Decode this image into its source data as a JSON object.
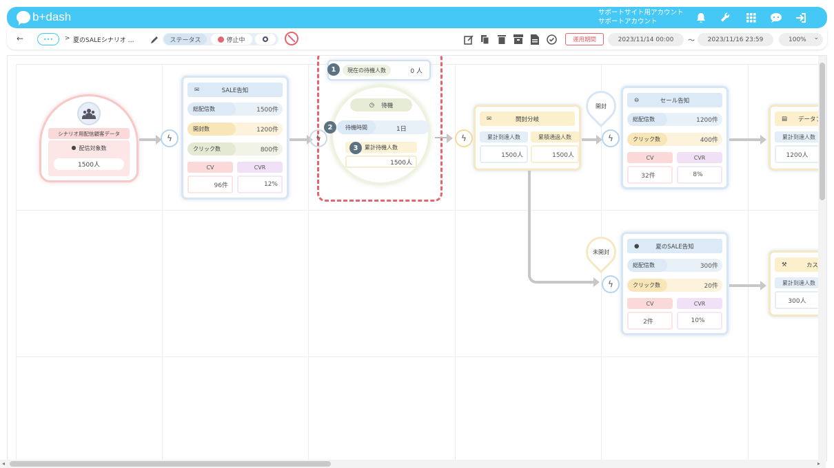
{
  "header": {
    "brand": "b+dash",
    "account_line1": "サポートサイト用アカウント",
    "account_line2": "サポートアカウント",
    "icons": [
      "bell-icon",
      "wrench-icon",
      "grid-icon",
      "chat-icon",
      "logout-icon"
    ]
  },
  "toolbar": {
    "back": "←",
    "more": "•••",
    "breadcrumb_sep": ">",
    "scenario_name": "夏のSALEシナリオ …",
    "status_label": "ステータス",
    "status_value": "停止中",
    "period_label": "運用期間",
    "period_start": "2023/11/14 00:00",
    "period_sep": "〜",
    "period_end": "2023/11/16 23:59",
    "zoom": "100%"
  },
  "nodes": {
    "segment": {
      "title": "シナリオ用配信顧客データ",
      "count_label": "配信対象数",
      "count_value": "1500人"
    },
    "sale_mail": {
      "title": "SALE告知",
      "rows": [
        {
          "label": "総配信数",
          "value": "1500件"
        },
        {
          "label": "開封数",
          "value": "1200件"
        },
        {
          "label": "クリック数",
          "value": "800件"
        }
      ],
      "cv_label": "CV",
      "cvr_label": "CVR",
      "cv": "96件",
      "cvr": "12%"
    },
    "wait": {
      "current_label": "現在の待機人数",
      "current_value": "0 人",
      "title": "待機",
      "time_label": "待機時間",
      "time_value": "1日",
      "total_label": "累計待機人数",
      "total_value": "1500人",
      "badges": [
        "1",
        "2",
        "3"
      ]
    },
    "branch": {
      "title": "開封分岐",
      "reach_label": "累計到達人数",
      "pass_label": "累積通過人数",
      "reach": "1500人",
      "pass": "1500人"
    },
    "sale_notice": {
      "condition": "開封",
      "title": "セール告知",
      "rows": [
        {
          "label": "総配信数",
          "value": "1200件"
        },
        {
          "label": "クリック数",
          "value": "400件"
        }
      ],
      "cv_label": "CV",
      "cvr_label": "CVR",
      "cv": "32件",
      "cvr": "8%"
    },
    "summer_sale": {
      "condition": "未開封",
      "title": "夏のSALE告知",
      "rows": [
        {
          "label": "総配信数",
          "value": "300件"
        },
        {
          "label": "クリック数",
          "value": "20件"
        }
      ],
      "cv_label": "CV",
      "cvr_label": "CVR",
      "cv": "2件",
      "cvr": "10%"
    },
    "data_file": {
      "title": "データファ",
      "reach_label": "累計到達人数",
      "reach": "1200人"
    },
    "custom": {
      "title": "カスタム",
      "reach_label": "累計到達人数",
      "reach": "300人"
    }
  },
  "colors": {
    "header": "#46c8f6",
    "blue_row": "#e3eef9",
    "yellow_row": "#fcf2d6",
    "green_row": "#eef2e4",
    "pink": "#fbd9d9",
    "purple": "#f0e1f7",
    "highlight": "#e7636e"
  }
}
